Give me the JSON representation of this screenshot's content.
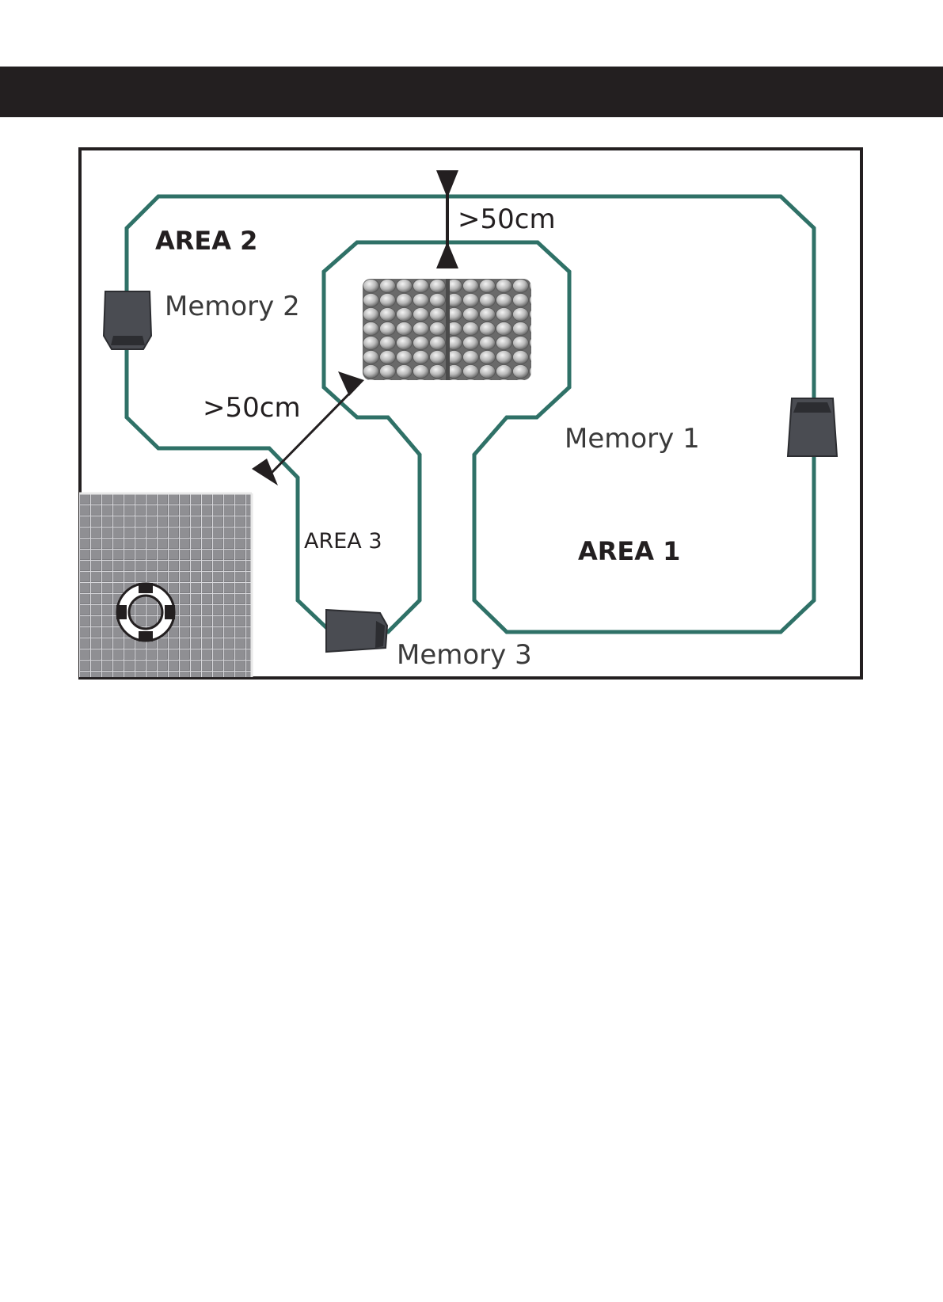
{
  "labels": {
    "area1": "AREA 1",
    "area2": "AREA 2",
    "area3": "AREA 3",
    "memory1": "Memory 1",
    "memory2": "Memory 2",
    "memory3": "Memory 3",
    "distance_top": ">50cm",
    "distance_left": ">50cm"
  },
  "colors": {
    "boundary_wire": "#2f7167",
    "header_bar": "#231f20",
    "mower": "#4a4c52"
  },
  "icons": {
    "mower": "robotic-mower-icon",
    "pool": "pool-lifebuoy-icon",
    "hedge": "hedge-obstacle-icon"
  }
}
